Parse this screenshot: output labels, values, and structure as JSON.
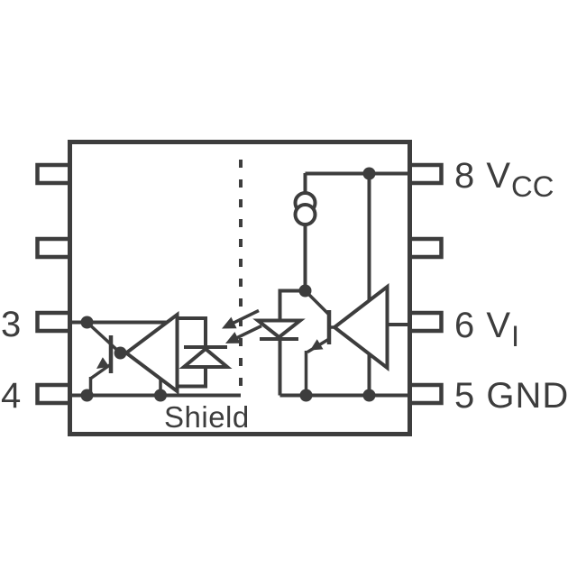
{
  "diagram": {
    "type": "optocoupler-functional-schematic",
    "background_color": "#ffffff",
    "line_color": "#3d3d3d",
    "components": [
      "ic-package-outline",
      "pin-pad-1",
      "pin-pad-2",
      "pin-pad-3",
      "pin-pad-4",
      "pin-pad-5",
      "pin-pad-6",
      "pin-pad-7",
      "pin-pad-8",
      "output-transistor",
      "output-amplifier-triangle",
      "photodiode",
      "shield-dashed-line",
      "light-emission-arrows",
      "led",
      "input-transistor",
      "input-buffer-triangle",
      "current-source",
      "vcc-rail",
      "gnd-rail",
      "junction-dots"
    ]
  },
  "labels": {
    "pin3": {
      "text": "3"
    },
    "pin4": {
      "text": "4"
    },
    "pin8": {
      "text": "8 V",
      "sub": "CC"
    },
    "pin6": {
      "text": "6 V",
      "sub": "I"
    },
    "pin5": {
      "text": "5 GND",
      "sub": ""
    },
    "shield": {
      "text": "Shield"
    }
  }
}
